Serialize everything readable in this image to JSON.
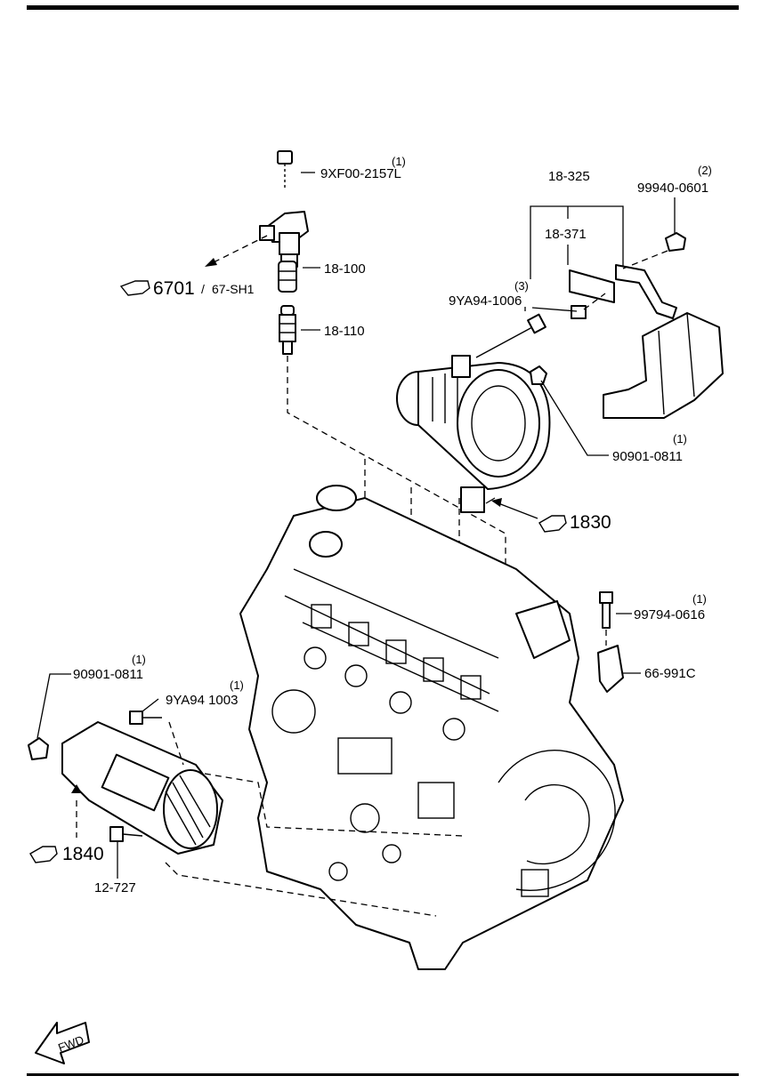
{
  "diagram": {
    "callouts": [
      {
        "id": "9xf00-2157l",
        "text": "9XF00-2157L",
        "qty": "(1)"
      },
      {
        "id": "18-100",
        "text": "18-100",
        "qty": ""
      },
      {
        "id": "18-110",
        "text": "18-110",
        "qty": ""
      },
      {
        "id": "18-325",
        "text": "18-325",
        "qty": ""
      },
      {
        "id": "18-371",
        "text": "18-371",
        "qty": ""
      },
      {
        "id": "99940-0601",
        "text": "99940-0601",
        "qty": "(2)"
      },
      {
        "id": "9ya94-1006",
        "text": "9YA94-1006",
        "qty": "(3)"
      },
      {
        "id": "90901-0811-upper",
        "text": "90901-0811",
        "qty": "(1)"
      },
      {
        "id": "99794-0616",
        "text": "99794-0616",
        "qty": "(1)"
      },
      {
        "id": "66-991c",
        "text": "66-991C",
        "qty": ""
      },
      {
        "id": "90901-0811-lower",
        "text": "90901-0811",
        "qty": "(1)"
      },
      {
        "id": "9ya94-1003",
        "text": "9YA94 1003",
        "qty": "(1)"
      },
      {
        "id": "12-727",
        "text": "12-727",
        "qty": ""
      }
    ],
    "references": [
      {
        "id": "6701",
        "main": "6701",
        "sep": "/",
        "sub": "67-SH1"
      },
      {
        "id": "1830",
        "main": "1830"
      },
      {
        "id": "1840",
        "main": "1840"
      }
    ],
    "fwd_label": "FWD"
  }
}
